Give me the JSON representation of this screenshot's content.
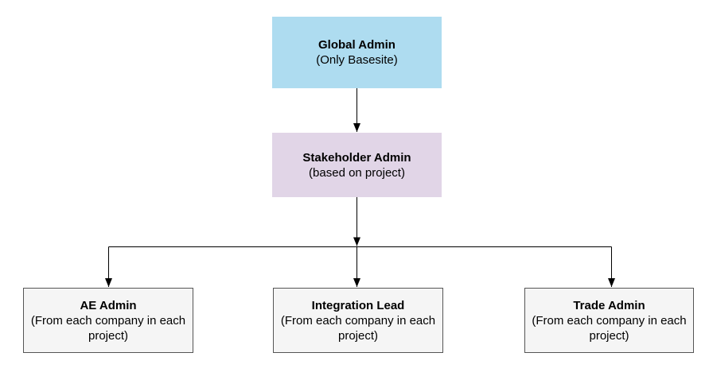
{
  "diagram": {
    "type": "hierarchy",
    "background_color": "#ffffff",
    "connector_color": "#000000",
    "nodes": [
      {
        "id": "global-admin",
        "title": "Global Admin",
        "subtitle": "(Only Basesite)",
        "fill": "#aedcf0",
        "border_color": ""
      },
      {
        "id": "stakeholder-admin",
        "title": "Stakeholder Admin",
        "subtitle": "(based on project)",
        "fill": "#e1d5e7",
        "border_color": ""
      },
      {
        "id": "ae-admin",
        "title": "AE Admin",
        "subtitle": "(From each company in each project)",
        "fill": "#f5f5f5",
        "border_color": "#555555"
      },
      {
        "id": "integration-lead",
        "title": "Integration Lead",
        "subtitle": "(From each company in each project)",
        "fill": "#f5f5f5",
        "border_color": "#555555"
      },
      {
        "id": "trade-admin",
        "title": "Trade Admin",
        "subtitle": "(From each company in each project)",
        "fill": "#f5f5f5",
        "border_color": "#555555"
      }
    ],
    "edges": [
      {
        "from": "global-admin",
        "to": "stakeholder-admin"
      },
      {
        "from": "stakeholder-admin",
        "to": "ae-admin"
      },
      {
        "from": "stakeholder-admin",
        "to": "integration-lead"
      },
      {
        "from": "stakeholder-admin",
        "to": "trade-admin"
      }
    ]
  }
}
